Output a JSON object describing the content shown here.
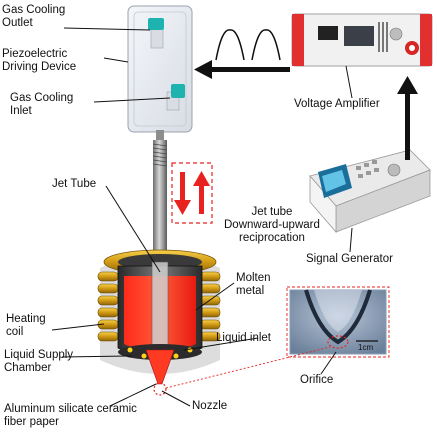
{
  "labels": {
    "gas_cooling_outlet": [
      "Gas Cooling",
      "Outlet"
    ],
    "piezoelectric_driving_device": [
      "Piezoelectric",
      "Driving Device"
    ],
    "gas_cooling_inlet": [
      "Gas Cooling",
      "Inlet"
    ],
    "jet_tube": "Jet Tube",
    "jet_tube_motion": [
      "Jet tube",
      "Downward-upward",
      "reciprocation"
    ],
    "voltage_amplifier": "Voltage Amplifier",
    "signal_generator": "Signal Generator",
    "heating_coil": [
      "Heating",
      "coil"
    ],
    "molten_metal": [
      "Molten",
      "metal"
    ],
    "liquid_inlet": "Liquid inlet",
    "liquid_supply_chamber": [
      "Liquid Supply",
      "Chamber"
    ],
    "orifice": "Orifice",
    "nozzle": "Nozzle",
    "aluminum_silicate_paper": [
      "Aluminum silicate ceramic",
      "fiber paper"
    ],
    "scale_bar": "1cm"
  },
  "colors": {
    "arrow_red": "#e8231f",
    "molten_red": "#f5301e",
    "coil_gold": "#d9a41a",
    "device_bg": "#e9ecf1",
    "teal_fitting": "#1fb3b0",
    "black": "#111111"
  }
}
